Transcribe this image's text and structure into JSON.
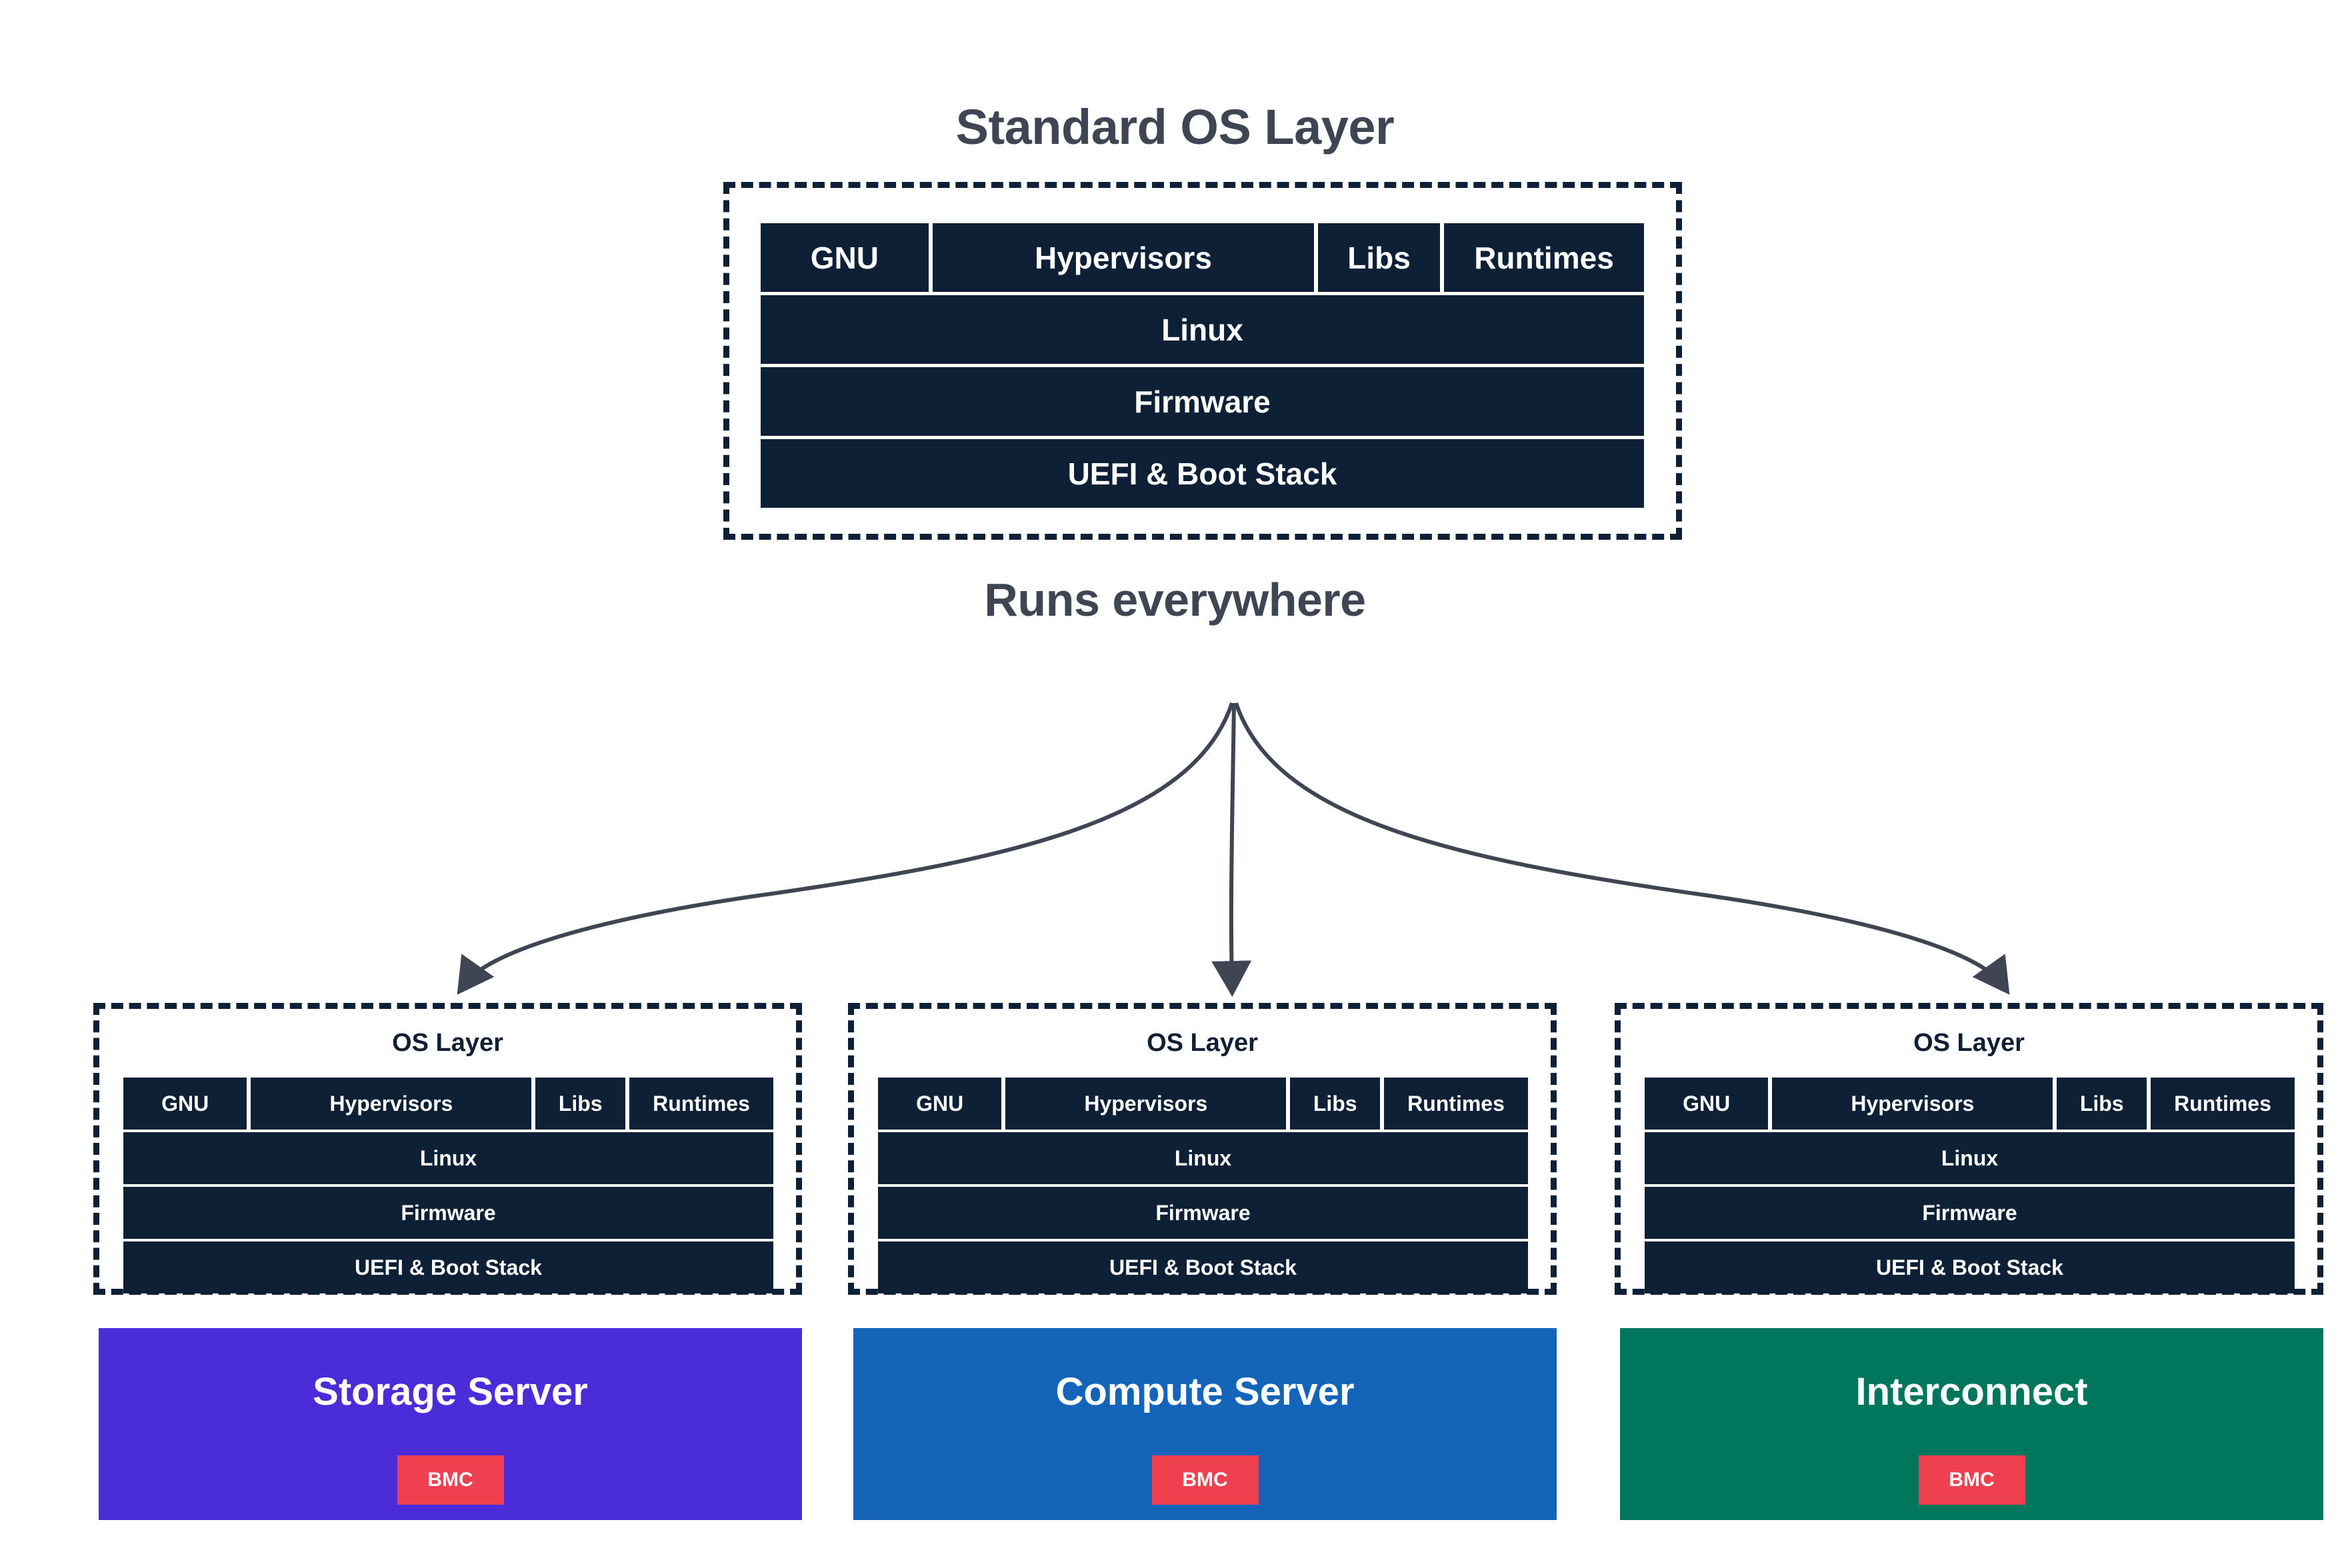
{
  "page": {
    "title": "Standard OS Layer",
    "subtitle": "Runs everywhere",
    "background": "#ffffff"
  },
  "colors": {
    "title_text": "#3f4552",
    "stack_block": "#0e2035",
    "stack_text": "#ffffff",
    "dashed_border": "#0e2035",
    "arrow": "#3f4552",
    "bmc_badge": "#ef4050",
    "storage_server": "#4a2cd8",
    "compute_server": "#1465ba",
    "interconnect": "#00765c"
  },
  "os_stack": {
    "top_row": [
      {
        "label": "GNU"
      },
      {
        "label": "Hypervisors"
      },
      {
        "label": "Libs"
      },
      {
        "label": "Runtimes"
      }
    ],
    "rows": [
      {
        "label": "Linux"
      },
      {
        "label": "Firmware"
      },
      {
        "label": "UEFI & Boot Stack"
      }
    ]
  },
  "platforms": [
    {
      "os_layer_label": "OS Layer",
      "name": "Storage Server",
      "color": "#4a2cd8",
      "badge": "BMC"
    },
    {
      "os_layer_label": "OS Layer",
      "name": "Compute Server",
      "color": "#1465ba",
      "badge": "BMC"
    },
    {
      "os_layer_label": "OS Layer",
      "name": "Interconnect",
      "color": "#00765c",
      "badge": "BMC"
    }
  ],
  "arrows": {
    "count": 3,
    "source_label": "Runs everywhere",
    "targets": [
      "Storage Server OS Layer",
      "Compute Server OS Layer",
      "Interconnect OS Layer"
    ]
  }
}
